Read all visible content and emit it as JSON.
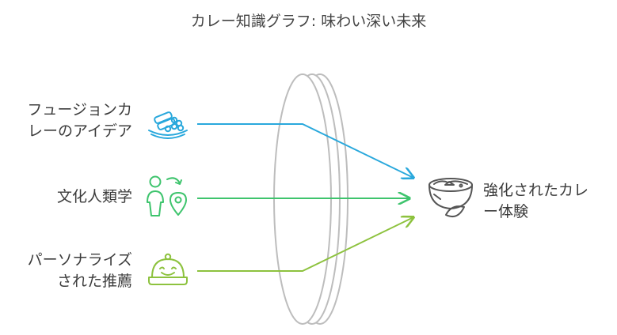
{
  "title": "カレー知識グラフ: 味わい深い未来",
  "inputs": [
    {
      "lines": [
        "フュージョンカ",
        "レーのアイデア"
      ],
      "icon": "fusion-food-icon",
      "color": "#29a8dc"
    },
    {
      "lines": [
        "文化人類学"
      ],
      "icon": "people-location-icon",
      "color": "#3ec46d"
    },
    {
      "lines": [
        "パーソナライズ",
        "された推薦"
      ],
      "icon": "smiling-cloche-icon",
      "color": "#8dc23e"
    }
  ],
  "output": {
    "lines": [
      "強化されたカレ",
      "ー体験"
    ],
    "icon": "curry-bowl-icon",
    "color": "#555555"
  },
  "lens": {
    "color": "#bdbdbd"
  }
}
